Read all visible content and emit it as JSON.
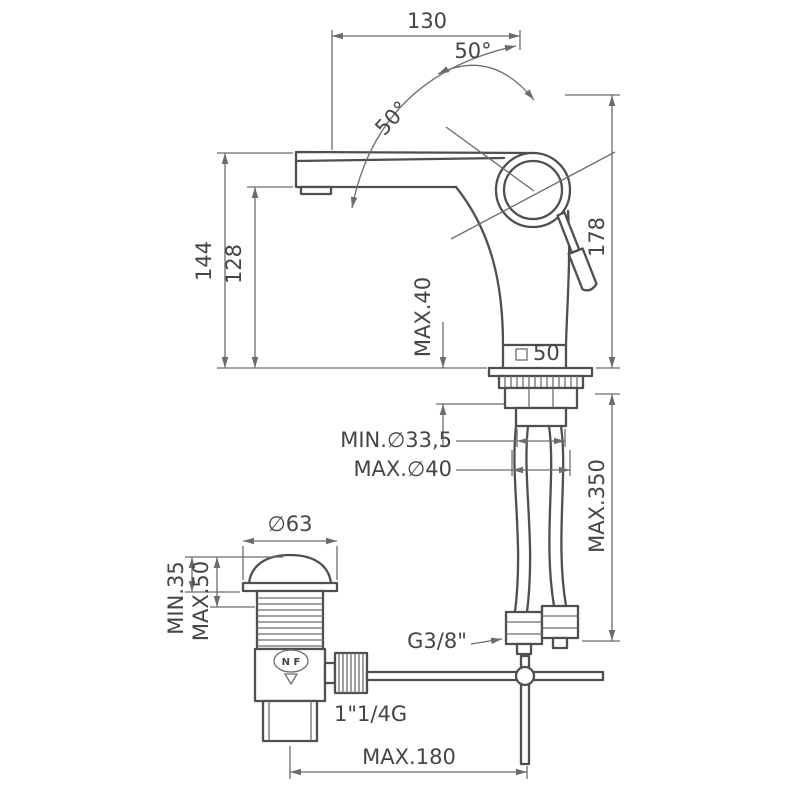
{
  "title": "basin-mixer-technical-drawing",
  "colors": {
    "background": "#ffffff",
    "object_line": "#4f4f4f",
    "dimension_line": "#6c6c6c",
    "text": "#454545"
  },
  "labels": {
    "spout_reach": "130",
    "handle_angle_top": "50°",
    "handle_angle_side": "50°",
    "total_height": "178",
    "spout_height_top": "144",
    "spout_height_bottom": "128",
    "deck_thickness": "MAX.40",
    "base_square": "50",
    "hole_min": "MIN.∅33,5",
    "hole_max": "MAX.∅40",
    "hose_length": "MAX.350",
    "waste_cap_diameter": "∅63",
    "waste_min_height": "MIN.35",
    "waste_max_height": "MAX.50",
    "supply_thread": "G3/8\"",
    "waste_thread": "1\"1/4G",
    "rod_reach": "MAX.180",
    "conformity_mark": "N F"
  }
}
